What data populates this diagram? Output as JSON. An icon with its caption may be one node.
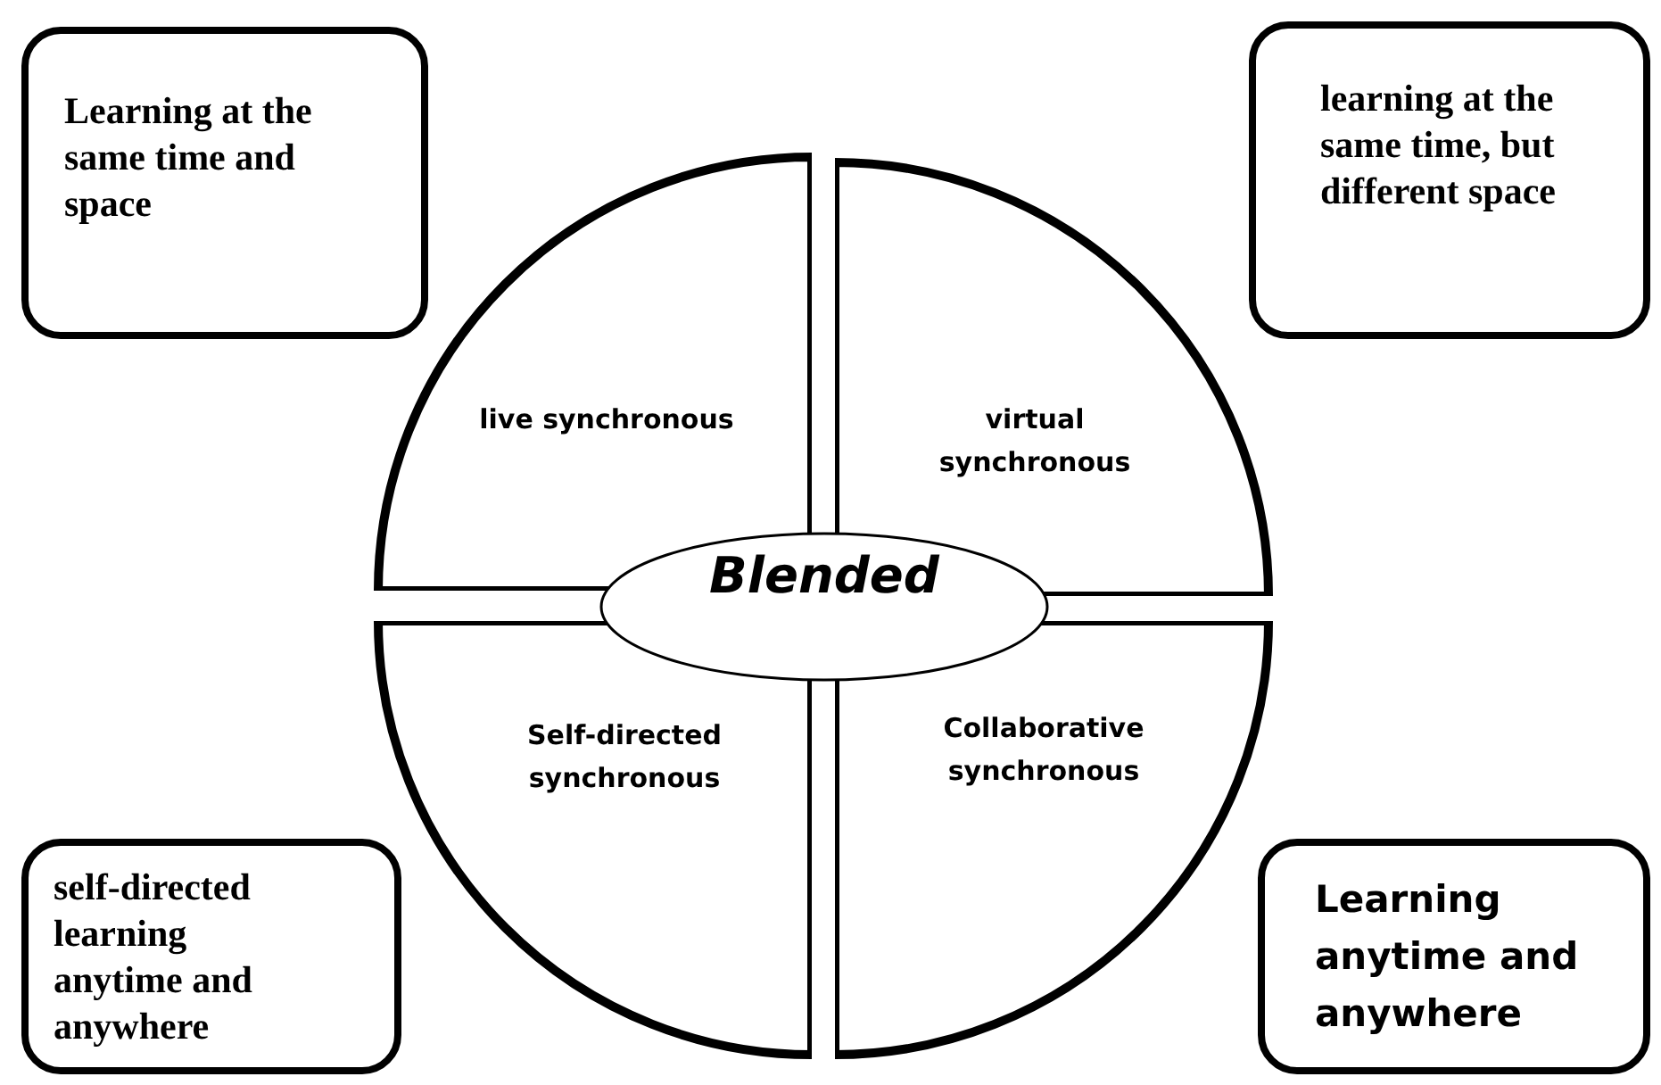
{
  "diagram": {
    "nodes": [
      {
        "text": [
          "Learning at the same time and space"
        ]
      },
      {
        "text": [
          "learning at the same time, but different space"
        ]
      },
      {
        "text": [
          "live synchronous"
        ]
      },
      {
        "text": [
          "virtual synchronous"
        ]
      },
      {
        "text": [
          "Blended"
        ]
      },
      {
        "text": [
          "Self-directed synchronous"
        ]
      },
      {
        "text": [
          "Collaborative synchronous"
        ]
      },
      {
        "text": [
          "self-directed learning anytime and anywhere"
        ]
      },
      {
        "text": [
          "Learning anytime and anywhere"
        ]
      }
    ],
    "edges": []
  }
}
